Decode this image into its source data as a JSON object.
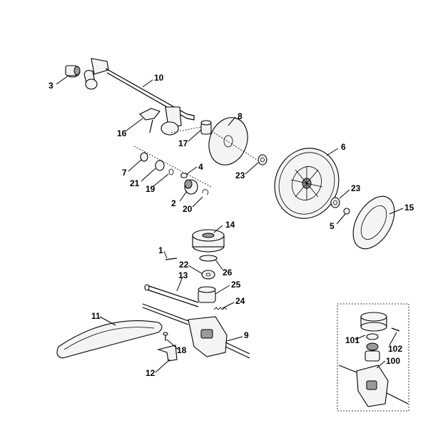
{
  "callouts": {
    "c1": "1",
    "c2": "2",
    "c3": "3",
    "c4": "4",
    "c5": "5",
    "c6": "6",
    "c7": "7",
    "c8": "8",
    "c9": "9",
    "c10": "10",
    "c11": "11",
    "c12": "12",
    "c13": "13",
    "c14": "14",
    "c15": "15",
    "c16": "16",
    "c17": "17",
    "c18": "18",
    "c19": "19",
    "c20": "20",
    "c21": "21",
    "c22": "22",
    "c23a": "23",
    "c23b": "23",
    "c24": "24",
    "c25": "25",
    "c26": "26",
    "c100": "100",
    "c101": "101",
    "c102": "102"
  }
}
